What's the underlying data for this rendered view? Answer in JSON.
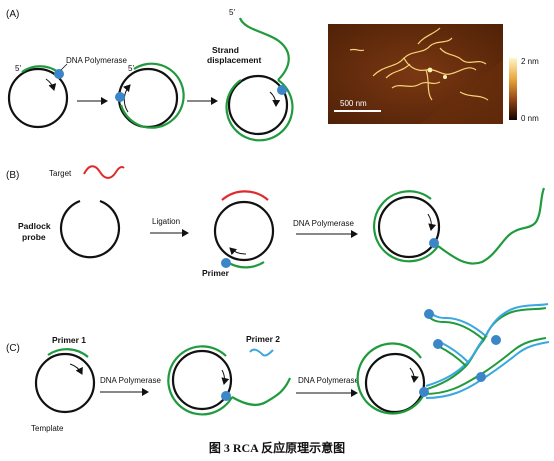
{
  "caption": "图 3 RCA 反应原理示意图",
  "colors": {
    "template": "#111111",
    "product": "#1f9a3c",
    "polymerase": "#3a86c8",
    "target": "#e02a2a",
    "primer2": "#3aa7e0"
  },
  "panel_a": {
    "label": "(A)",
    "dna_polymerase": "DNA Polymerase",
    "five_prime_1": "5'",
    "five_prime_2": "5'",
    "five_prime_3": "5'",
    "strand_displacement_1": "Strand",
    "strand_displacement_2": "displacement",
    "afm": {
      "scalebar": "500 nm",
      "colorbar_max": "2 nm",
      "colorbar_min": "0 nm"
    }
  },
  "panel_b": {
    "label": "(B)",
    "target": "Target",
    "padlock_1": "Padlock",
    "padlock_2": "probe",
    "ligation": "Ligation",
    "dna_polymerase": "DNA Polymerase",
    "primer": "Primer"
  },
  "panel_c": {
    "label": "(C)",
    "primer1": "Primer 1",
    "template": "Template",
    "dna_polymerase_1": "DNA Polymerase",
    "primer2": "Primer 2",
    "dna_polymerase_2": "DNA Polymerase"
  }
}
